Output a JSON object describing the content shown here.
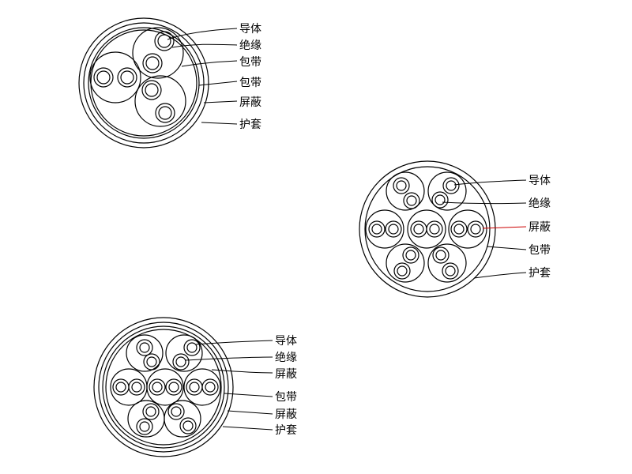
{
  "diagrams": [
    {
      "id": "cable-a",
      "labels": [
        "导体",
        "绝缘",
        "包带",
        "包带",
        "屏蔽",
        "护套"
      ]
    },
    {
      "id": "cable-b",
      "labels": [
        "导体",
        "绝缘",
        "屏蔽",
        "包带",
        "护套"
      ],
      "highlight_color": "#cc0000"
    },
    {
      "id": "cable-c",
      "labels": [
        "导体",
        "绝缘",
        "屏蔽",
        "包带",
        "屏蔽",
        "护套"
      ]
    }
  ]
}
